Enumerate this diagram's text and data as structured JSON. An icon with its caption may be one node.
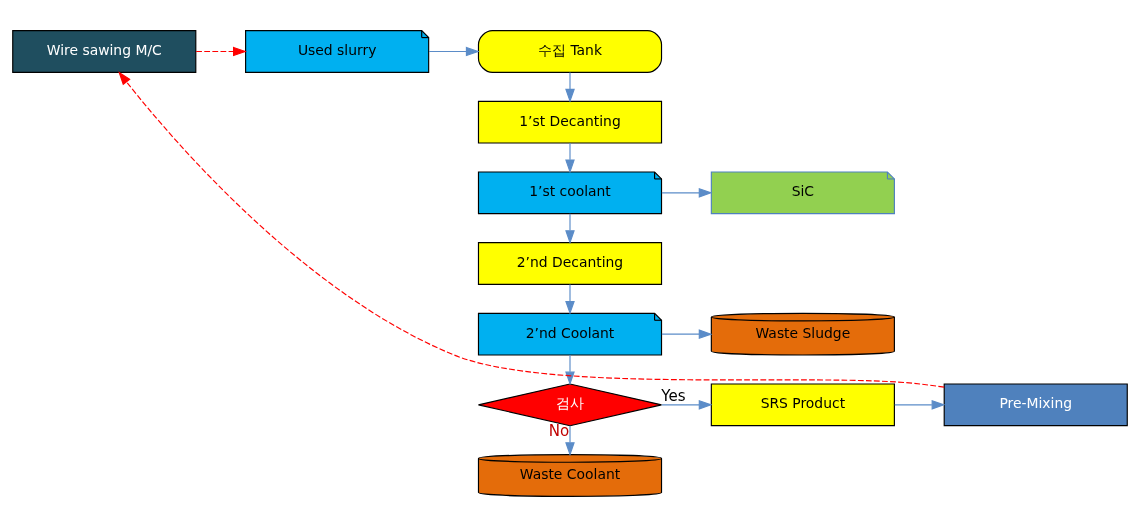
{
  "diagram": {
    "nodes": [
      {
        "text": [
          "Wire sawing M/C"
        ]
      },
      {
        "text": [
          "Used slurry"
        ]
      },
      {
        "text": [
          "수집 Tank"
        ]
      },
      {
        "text": [
          "1’st Decanting"
        ]
      },
      {
        "text": [
          "1’st coolant"
        ]
      },
      {
        "text": [
          "SiC"
        ]
      },
      {
        "text": [
          "2’nd Decanting"
        ]
      },
      {
        "text": [
          "2’nd Coolant"
        ]
      },
      {
        "text": [
          "Waste Sludge"
        ]
      },
      {
        "text": [
          "검사"
        ]
      },
      {
        "text": [
          "SRS Product"
        ]
      },
      {
        "text": [
          "Pre-Mixing"
        ]
      },
      {
        "text": [
          "Waste Coolant"
        ]
      }
    ],
    "edges": [
      {
        "from": 0,
        "to": 1,
        "arrow": "to",
        "style": "dashed",
        "color": "#ff0000"
      },
      {
        "from": 1,
        "to": 2,
        "arrow": "to"
      },
      {
        "from": 2,
        "to": 3,
        "arrow": "to"
      },
      {
        "from": 3,
        "to": 4,
        "arrow": "to"
      },
      {
        "from": 4,
        "to": 5,
        "arrow": "to"
      },
      {
        "from": 4,
        "to": 6,
        "arrow": "to"
      },
      {
        "from": 6,
        "to": 7,
        "arrow": "to"
      },
      {
        "from": 7,
        "to": 8,
        "arrow": "to"
      },
      {
        "from": 7,
        "to": 9,
        "arrow": "to"
      },
      {
        "from": 9,
        "to": 10,
        "arrow": "to",
        "label": "Yes"
      },
      {
        "from": 9,
        "to": 12,
        "arrow": "to",
        "label": "No"
      },
      {
        "from": 10,
        "to": 11,
        "arrow": "to"
      },
      {
        "from": 11,
        "to": 0,
        "arrow": "to",
        "style": "dashed",
        "color": "#ff0000"
      }
    ]
  }
}
